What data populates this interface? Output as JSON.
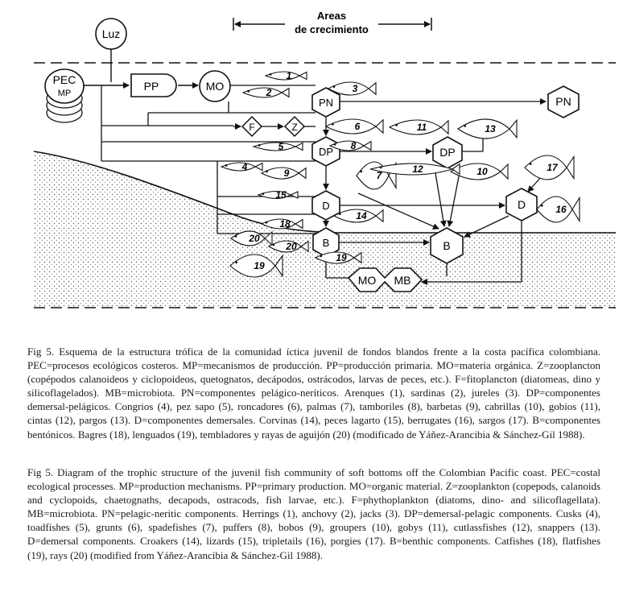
{
  "header": {
    "areas_line1": "Areas",
    "areas_line2": "de crecimiento"
  },
  "nodes": {
    "luz": "Luz",
    "pec": "PEC",
    "mp": "MP",
    "pp": "PP",
    "mo": "MO",
    "f": "F",
    "z": "Z",
    "pn_left": "PN",
    "pn_right": "PN",
    "dp_left": "DP",
    "dp_right": "DP",
    "d_left": "D",
    "d_right": "D",
    "b_left": "B",
    "b_center": "B",
    "mo_bottom": "MO",
    "mb": "MB"
  },
  "fish_labels": [
    "1",
    "2",
    "3",
    "4",
    "5",
    "6",
    "7",
    "8",
    "9",
    "10",
    "11",
    "12",
    "13",
    "14",
    "15",
    "16",
    "17",
    "18",
    "19",
    "20",
    "20",
    "19"
  ],
  "caption_es": "Fig 5. Esquema de la estructura trófica de la comunidad íctica juvenil de fondos blandos frente a la costa pacífica colombiana. PEC=procesos ecológicos costeros. MP=mecanismos de producción. PP=producción primaria. MO=materia orgánica. Z=zooplancton (copépodos calanoideos y ciclopoideos, quetognatos, decápodos, ostrácodos, larvas de peces, etc.). F=fitoplancton (diatomeas, dino y silicoflagelados). MB=microbiota. PN=componentes pelágico-neríticos. Arenques (1), sardinas (2), jureles (3). DP=componentes demersal-pelágicos. Congrios (4), pez sapo (5), roncadores (6), palmas (7), tamboriles (8), barbetas (9), cabrillas (10), gobios (11), cintas (12), pargos (13). D=componentes demersales. Corvinas (14), peces lagarto (15), berrugates (16), sargos (17). B=componentes bentónicos. Bagres (18), lenguados (19), tembladores y rayas de aguijón (20) (modificado de Yáñez-Arancibia & Sánchez-Gil 1988).",
  "caption_en": "Fig 5.  Diagram of the trophic structure of the juvenil fish community of soft bottoms off the Colombian Pacific coast. PEC=costal ecological processes. MP=production mechanisms. PP=primary production. MO=organic material. Z=zooplankton (copepods, calanoids and cyclopoids, chaetognaths, decapods, ostracods, fish larvae, etc.). F=phythoplankton (diatoms, dino- and silicoflagellata). MB=microbiota. PN=pelagic-neritic components. Herrings (1), anchovy (2), jacks (3). DP=demersal-pelagic components. Cusks (4), toadfishes (5), grunts (6), spadefishes (7), puffers (8), bobos (9), groupers (10), gobys (11), cutlassfishes (12), snappers (13). D=demersal components. Croakers (14), lizards (15), tripletails (16), porgies (17). B=benthic components. Catfishes (18), flatfishes (19), rays (20) (modified from Yáñez-Arancibia & Sánchez-Gil 1988)."
}
